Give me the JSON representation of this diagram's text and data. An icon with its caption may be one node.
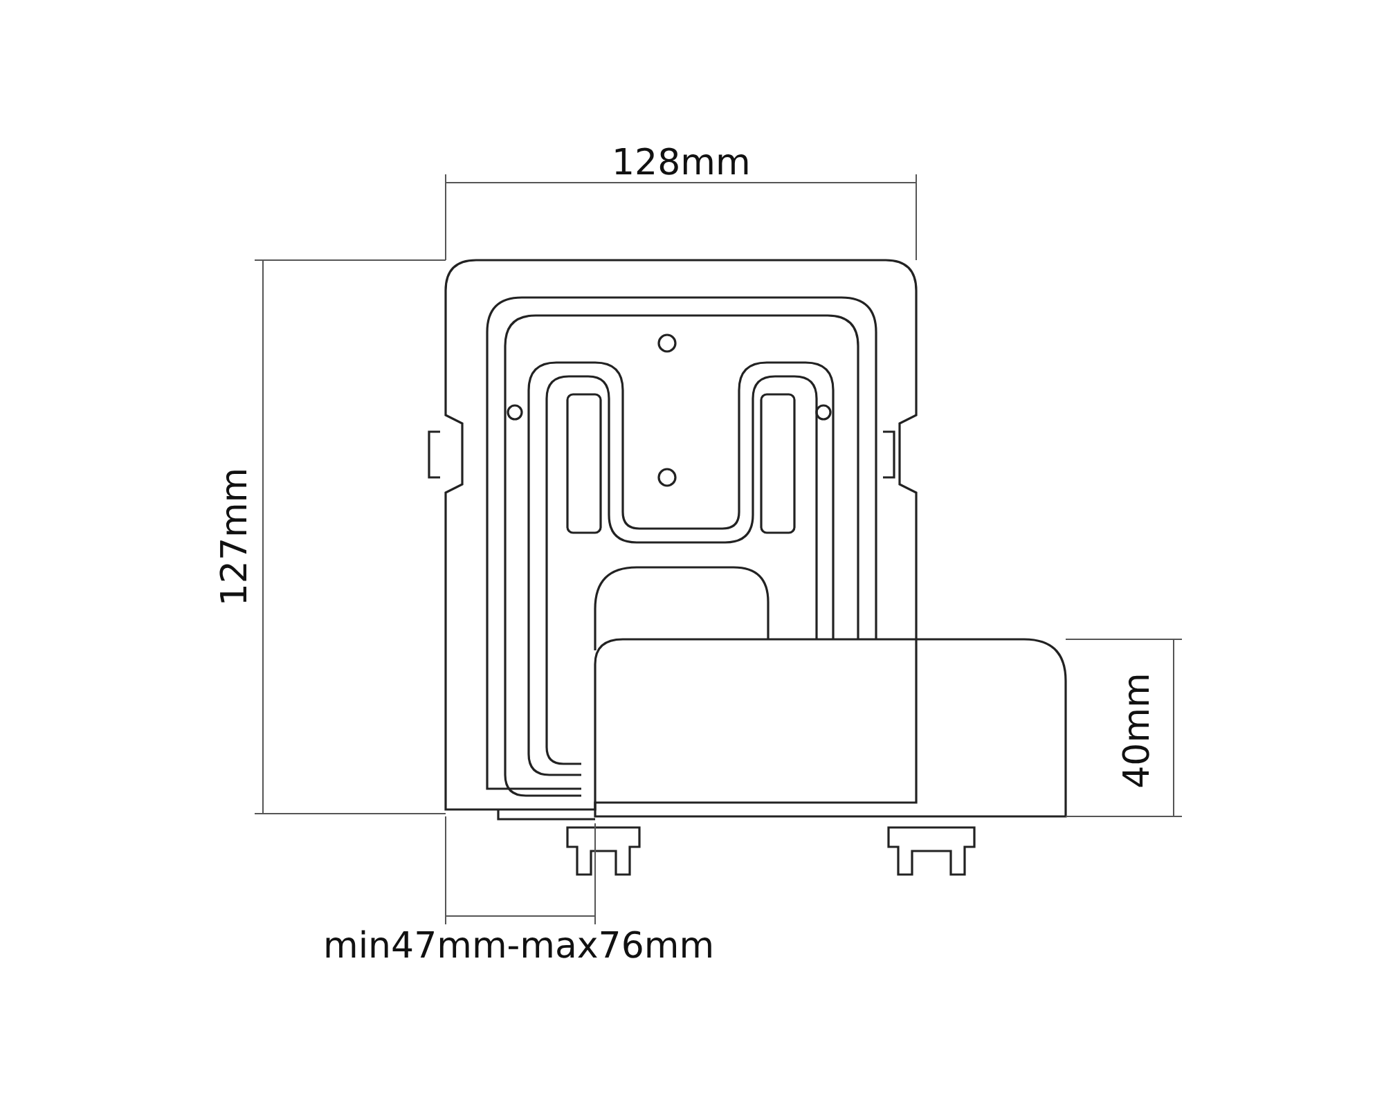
{
  "diagram": {
    "labels": [
      "128mm",
      "127mm",
      "40mm",
      "min47mm-max76mm"
    ]
  }
}
